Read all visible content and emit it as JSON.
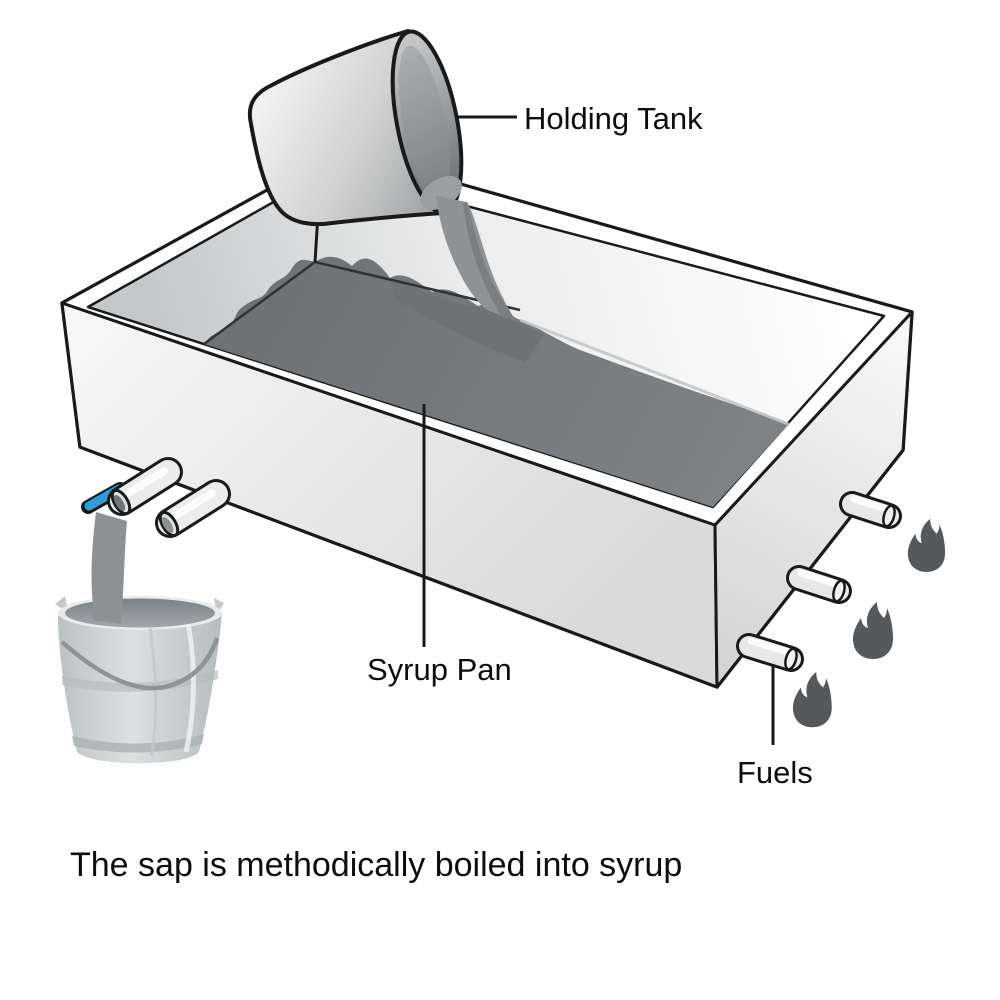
{
  "diagram": {
    "labels": {
      "holding_tank": "Holding Tank",
      "syrup_pan": "Syrup Pan",
      "fuels": "Fuels"
    },
    "caption": "The sap is methodically boiled into syrup",
    "icons": {
      "flame": "flame-icon"
    },
    "counts": {
      "flames": 3,
      "fuel_pipes": 3,
      "drain_spouts": 2,
      "holding_tanks": 1,
      "collection_buckets": 1
    },
    "colors": {
      "background": "#ffffff",
      "outline": "#1a1a1a",
      "sap_gray": "#7a7e81",
      "sap_dark": "#6c7073",
      "flame_gray": "#55595c",
      "valve_blue": "#2f9ed8",
      "metal_light": "#f2f2f2",
      "metal_dark": "#9ea2a4",
      "bucket_gray": "#ccd1d3",
      "text_black": "#0d0d0d"
    }
  }
}
